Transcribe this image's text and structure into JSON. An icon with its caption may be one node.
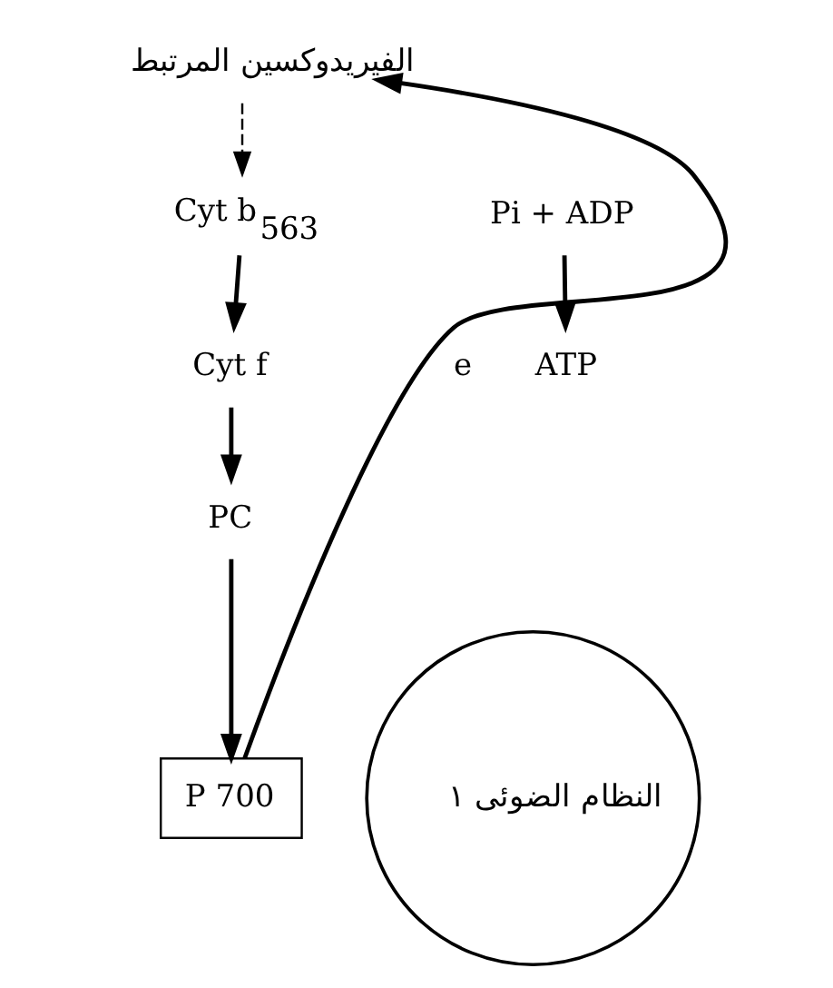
{
  "diagram": {
    "nodes": [
      {
        "text": [
          "الفيريدوكسين المرتبط"
        ]
      },
      {
        "text": [
          "Cyt b$_{563}$"
        ]
      },
      {
        "text": [
          "Cyt f"
        ]
      },
      {
        "text": [
          "PC"
        ]
      },
      {
        "text": [
          "النظام الضوئى ١"
        ]
      },
      {
        "text": [
          "P 700"
        ]
      },
      {
        "text": [
          "Pi + ADP"
        ]
      },
      {
        "text": [
          "ATP"
        ]
      }
    ],
    "edges": [
      {
        "from": 5,
        "to": 0,
        "arrow": "to",
        "label": "e"
      },
      {
        "from": 0,
        "to": 1,
        "arrow": "to",
        "style": "dashed"
      },
      {
        "from": 1,
        "to": 2,
        "arrow": "to"
      },
      {
        "from": 2,
        "to": 3,
        "arrow": "to"
      },
      {
        "from": 3,
        "to": 5,
        "arrow": "to"
      },
      {
        "from": 6,
        "to": 7,
        "arrow": "to"
      }
    ]
  }
}
